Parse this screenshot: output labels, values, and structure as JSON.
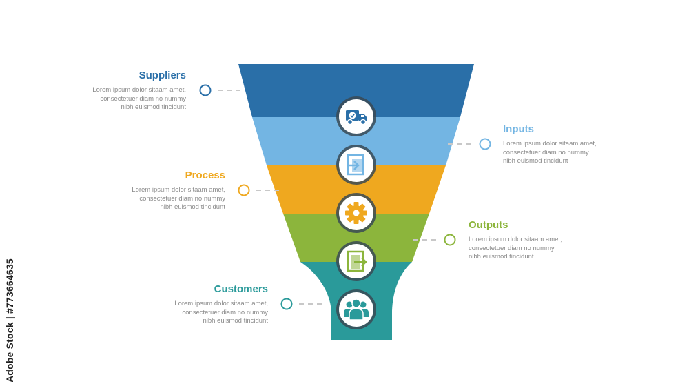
{
  "stages": [
    {
      "id": "suppliers",
      "title": "Suppliers",
      "description": [
        "Lorem ipsum dolor sitaam amet,",
        "consectetuer diam no nummy",
        "nibh euismod tincidunt"
      ],
      "color": "#2A6FA8",
      "icon": "truck-icon",
      "side": "left"
    },
    {
      "id": "inputs",
      "title": "Inputs",
      "description": [
        "Lorem ipsum dolor sitaam amet,",
        "consectetuer diam no nummy",
        "nibh euismod tincidunt"
      ],
      "color": "#73B5E3",
      "icon": "sign-in-icon",
      "side": "right"
    },
    {
      "id": "process",
      "title": "Process",
      "description": [
        "Lorem ipsum dolor sitaam amet,",
        "consectetuer diam no nummy",
        "nibh euismod tincidunt"
      ],
      "color": "#EFA81F",
      "icon": "gear-icon",
      "side": "left"
    },
    {
      "id": "outputs",
      "title": "Outputs",
      "description": [
        "Lorem ipsum dolor sitaam amet,",
        "consectetuer diam no nummy",
        "nibh euismod tincidunt"
      ],
      "color": "#8CB53C",
      "icon": "sign-out-icon",
      "side": "right"
    },
    {
      "id": "customers",
      "title": "Customers",
      "description": [
        "Lorem ipsum dolor sitaam amet,",
        "consectetuer diam no nummy",
        "nibh euismod tincidunt"
      ],
      "color": "#2A9A9A",
      "icon": "people-icon",
      "side": "left"
    }
  ],
  "watermark": "Adobe Stock | #773664635",
  "colors": {
    "icon_ring": "#3a4a55",
    "dash": "#c8c8c8",
    "description_text": "#8a8a8a"
  }
}
